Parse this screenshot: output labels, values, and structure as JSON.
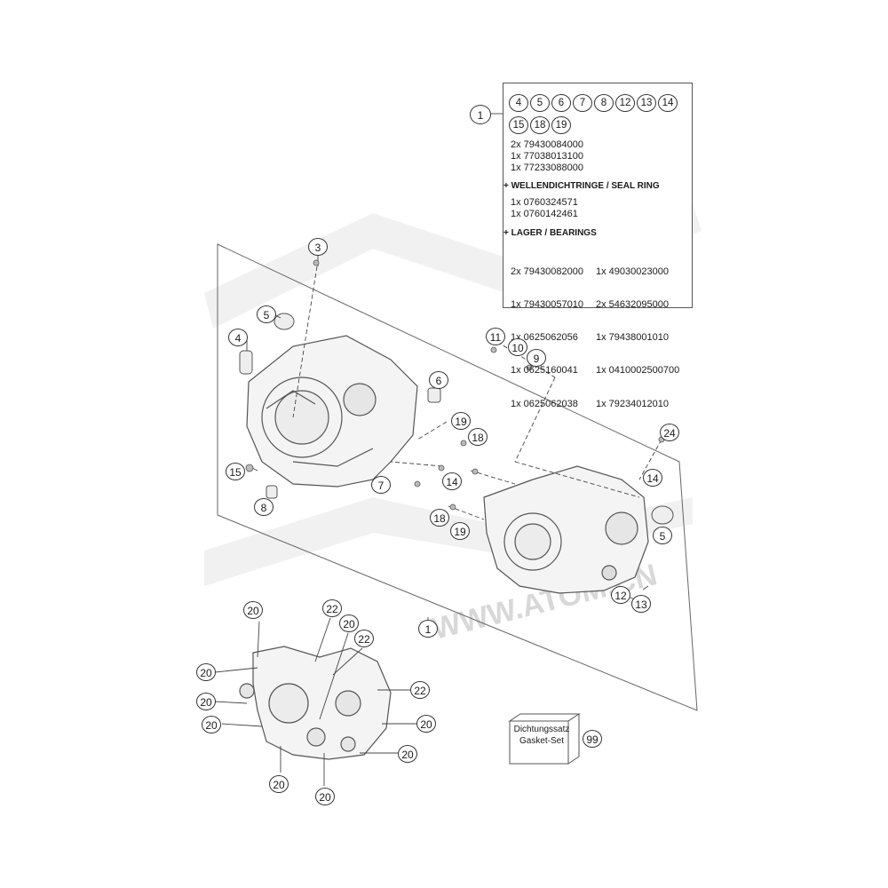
{
  "legend": {
    "ref": "1",
    "chips_row1": [
      "4",
      "5",
      "6",
      "7",
      "8",
      "12",
      "13",
      "14"
    ],
    "chips_row2": [
      "15",
      "18",
      "19"
    ],
    "parts_main": [
      "2x 79430084000",
      "1x 77038013100",
      "1x 77233088000"
    ],
    "seal_heading": "+ WELLENDICHTRINGE /  SEAL RING",
    "seal_parts": [
      "1x 0760324571",
      "1x 0760142461"
    ],
    "bearing_heading": "+ LAGER / BEARINGS",
    "bearings_col1": [
      "2x 79430082000",
      "1x 79430057010",
      "1x 0625062056",
      "1x 0625160041",
      "1x 0625062038"
    ],
    "bearings_col2": [
      "1x 49030023000",
      "2x 54632095000",
      "1x 79438001010",
      "1x 0410002500700",
      "1x 79234012010"
    ]
  },
  "callouts": {
    "c3": "3",
    "c5a": "5",
    "c4": "4",
    "c11": "11",
    "c10": "10",
    "c9": "9",
    "c6": "6",
    "c19a": "19",
    "c18a": "18",
    "c24": "24",
    "c15": "15",
    "c7": "7",
    "c14a": "14",
    "c14b": "14",
    "c8": "8",
    "c5b": "5",
    "c18b": "18",
    "c19b": "19",
    "c12": "12",
    "c13": "13",
    "c1": "1",
    "c20a": "20",
    "c20b": "20",
    "c20c": "20",
    "c20d": "20",
    "c20e": "20",
    "c20f": "20",
    "c20g": "20",
    "c20h": "20",
    "c20i": "20",
    "c22a": "22",
    "c22b": "22",
    "c22c": "22",
    "c99": "99"
  },
  "gasket_kit": {
    "line1": "Dichtungssatz",
    "line2": "Gasket-Set"
  },
  "watermark": "WWW.ATOM.CN"
}
